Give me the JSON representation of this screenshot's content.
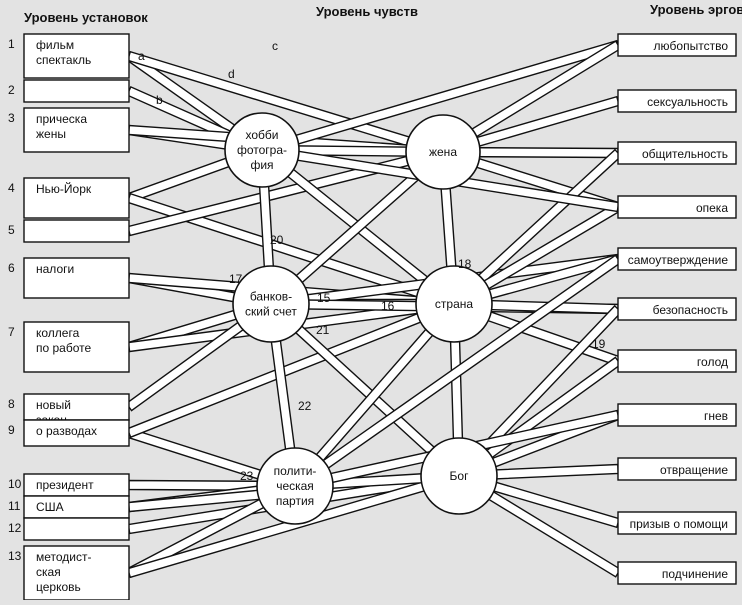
{
  "headers": {
    "left": "Уровень установок",
    "center": "Уровень чувств",
    "right": "Уровень эргов"
  },
  "attitudes": [
    {
      "num": "1",
      "lines": [
        "фильм",
        "спектакль"
      ]
    },
    {
      "num": "2",
      "lines": []
    },
    {
      "num": "3",
      "lines": [
        "прическа",
        "жены"
      ]
    },
    {
      "num": "4",
      "lines": [
        "Нью-Йорк"
      ]
    },
    {
      "num": "5",
      "lines": []
    },
    {
      "num": "6",
      "lines": [
        "налоги"
      ]
    },
    {
      "num": "7",
      "lines": [
        "коллега",
        "по работе"
      ]
    },
    {
      "num": "8",
      "lines": [
        "новый",
        "закон"
      ]
    },
    {
      "num": "9",
      "lines": [
        "о разводах"
      ]
    },
    {
      "num": "10",
      "lines": [
        "президент"
      ]
    },
    {
      "num": "11",
      "lines": [
        "США"
      ]
    },
    {
      "num": "12",
      "lines": []
    },
    {
      "num": "13",
      "lines": [
        "методист-",
        "ская",
        "церковь"
      ]
    }
  ],
  "sentiments": [
    {
      "id": "hobby",
      "lines": [
        "хобби",
        "фотогра-",
        "фия"
      ]
    },
    {
      "id": "wife",
      "lines": [
        "жена"
      ]
    },
    {
      "id": "bank",
      "lines": [
        "банков-",
        "ский счет"
      ]
    },
    {
      "id": "country",
      "lines": [
        "страна"
      ]
    },
    {
      "id": "party",
      "lines": [
        "полити-",
        "ческая",
        "партия"
      ]
    },
    {
      "id": "god",
      "lines": [
        "Бог"
      ]
    }
  ],
  "ergs": [
    "любопытство",
    "сексуальность",
    "общительность",
    "опека",
    "самоутверждение",
    "безопасность",
    "голод",
    "гнев",
    "отвращение",
    "призыв о помощи",
    "подчинение"
  ],
  "path_labels": [
    "a",
    "b",
    "c",
    "d",
    "15",
    "16",
    "17",
    "18",
    "19",
    "20",
    "21",
    "22",
    "23"
  ]
}
